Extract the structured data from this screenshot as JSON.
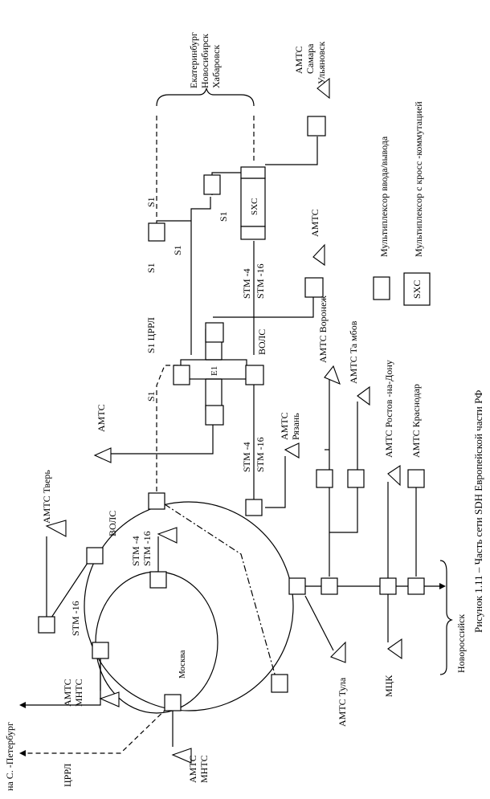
{
  "labels": {
    "spb": "на С. -Петербург",
    "crrl": "ЦРРЛ",
    "amts_mnts_a": "АМТС",
    "amts_mnts_b": "МНТС",
    "amts_mnts2_a": "АМТС",
    "amts_mnts2_b": "МНТС",
    "moskva": "Москва",
    "stm16_left": "STM -16",
    "amts_tver": "АМТС  Тверь",
    "vols_left": "ВОЛС",
    "stm4_16_a": "STM -4",
    "stm4_16_b": "STM -16",
    "amts_tula": "АМТС Тула",
    "mck": "МЦК",
    "novorossiysk": "Новороссийск",
    "amts_mid": "АМТС",
    "amts_ryazan_a": "АМТС",
    "amts_ryazan_b": "Рязань",
    "stm4_mid": "STM -4",
    "stm16_mid": "STM -16",
    "amts_voronezh": "АМТС Воронеж",
    "amts_tambov": "АМТС Та мбов",
    "amts_rostov": "АМТС  Ростов  -на-Дону",
    "amts_krasnodar": "АМТС  Краснодар",
    "e1": "E1",
    "vols_mid": "ВОЛС",
    "s1_a": "S1",
    "s1_crrl": "S1  ЦРРЛ",
    "s1_b": "S1",
    "s1_c": "S1",
    "s1_d": "S1",
    "s1_e": "S1",
    "stm4_right": "STM -4",
    "stm16_right": "STM -16",
    "amts_right": "АМТС",
    "sxc": "SXC",
    "amts_samara_a": "АМТС",
    "amts_samara_b": "Самара",
    "amts_samara_c": "Ульяновск",
    "cities_a": "Екатеринбург",
    "cities_b": "Новосибирск",
    "cities_c": "Хабаровск",
    "legend_mux": "Мультиплексор ввода/вывода",
    "legend_sxc_box": "SXC",
    "legend_sxc": "Мультиплексор с кросс  -коммутацией",
    "caption": "Рисунок 1.11   – Часть сети SDH Европейской части РФ"
  }
}
